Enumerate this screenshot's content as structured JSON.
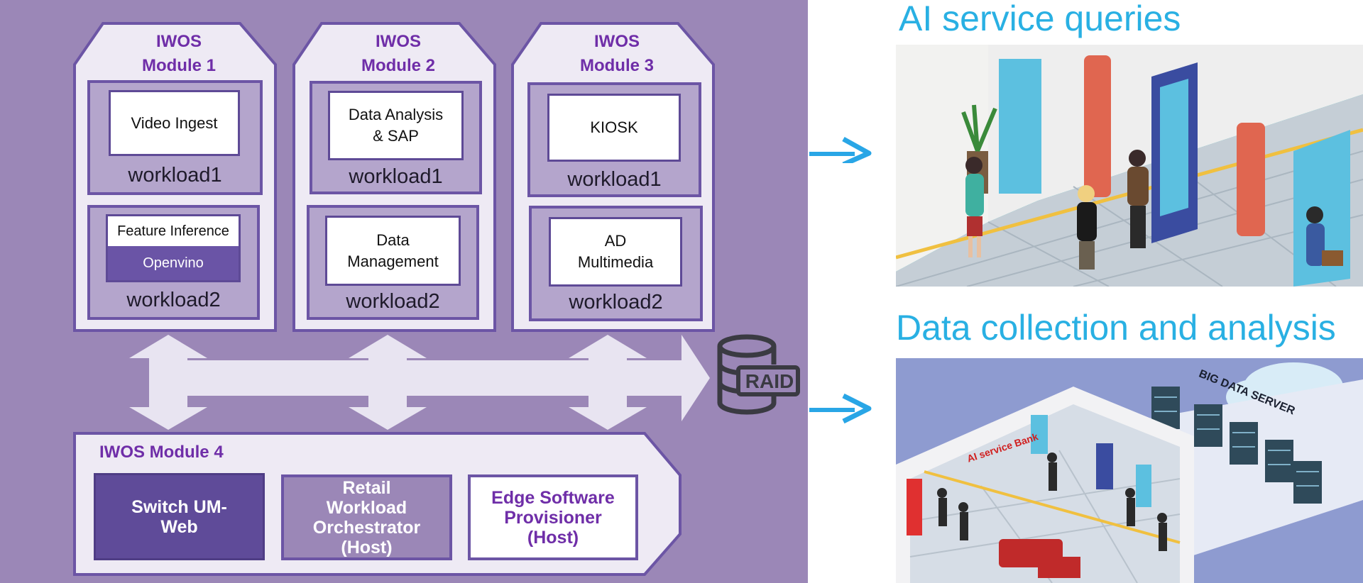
{
  "modules": [
    {
      "title_line1": "IWOS",
      "title_line2": "Module 1",
      "workload1": {
        "box_text": "Video Ingest",
        "label": "workload1"
      },
      "workload2": {
        "box_text": "Feature Inference",
        "sub_text": "Openvino",
        "label": "workload2"
      }
    },
    {
      "title_line1": "IWOS",
      "title_line2": "Module 2",
      "workload1": {
        "box_text": "Data Analysis\n& SAP",
        "label": "workload1"
      },
      "workload2": {
        "box_text": "Data\nManagement",
        "label": "workload2"
      }
    },
    {
      "title_line1": "IWOS",
      "title_line2": "Module 3",
      "workload1": {
        "box_text": "KIOSK",
        "label": "workload1"
      },
      "workload2": {
        "box_text": "AD\nMultimedia",
        "label": "workload2"
      }
    }
  ],
  "module4": {
    "title": "IWOS  Module 4",
    "boxes": [
      "Switch UM-\nWeb",
      "Retail\nWorkload\nOrchestrator\n(Host)",
      "Edge Software\nProvisioner\n(Host)"
    ]
  },
  "storage": {
    "label": "RAID"
  },
  "right": {
    "heading_top": "AI service queries",
    "heading_bottom": "Data collection and analysis",
    "scene2_signs": {
      "bank": "AI service Bank",
      "server": "BIG DATA SERVER"
    }
  },
  "colors": {
    "panel_bg": "#9b87b7",
    "module_fill": "#eeeaf4",
    "module_border": "#6c55a5",
    "title_purple": "#6f2ea8",
    "heading_blue": "#29b0e3",
    "arrow_fill": "#e8e4f1"
  },
  "icons": [
    "database-icon",
    "right-arrow-icon"
  ]
}
